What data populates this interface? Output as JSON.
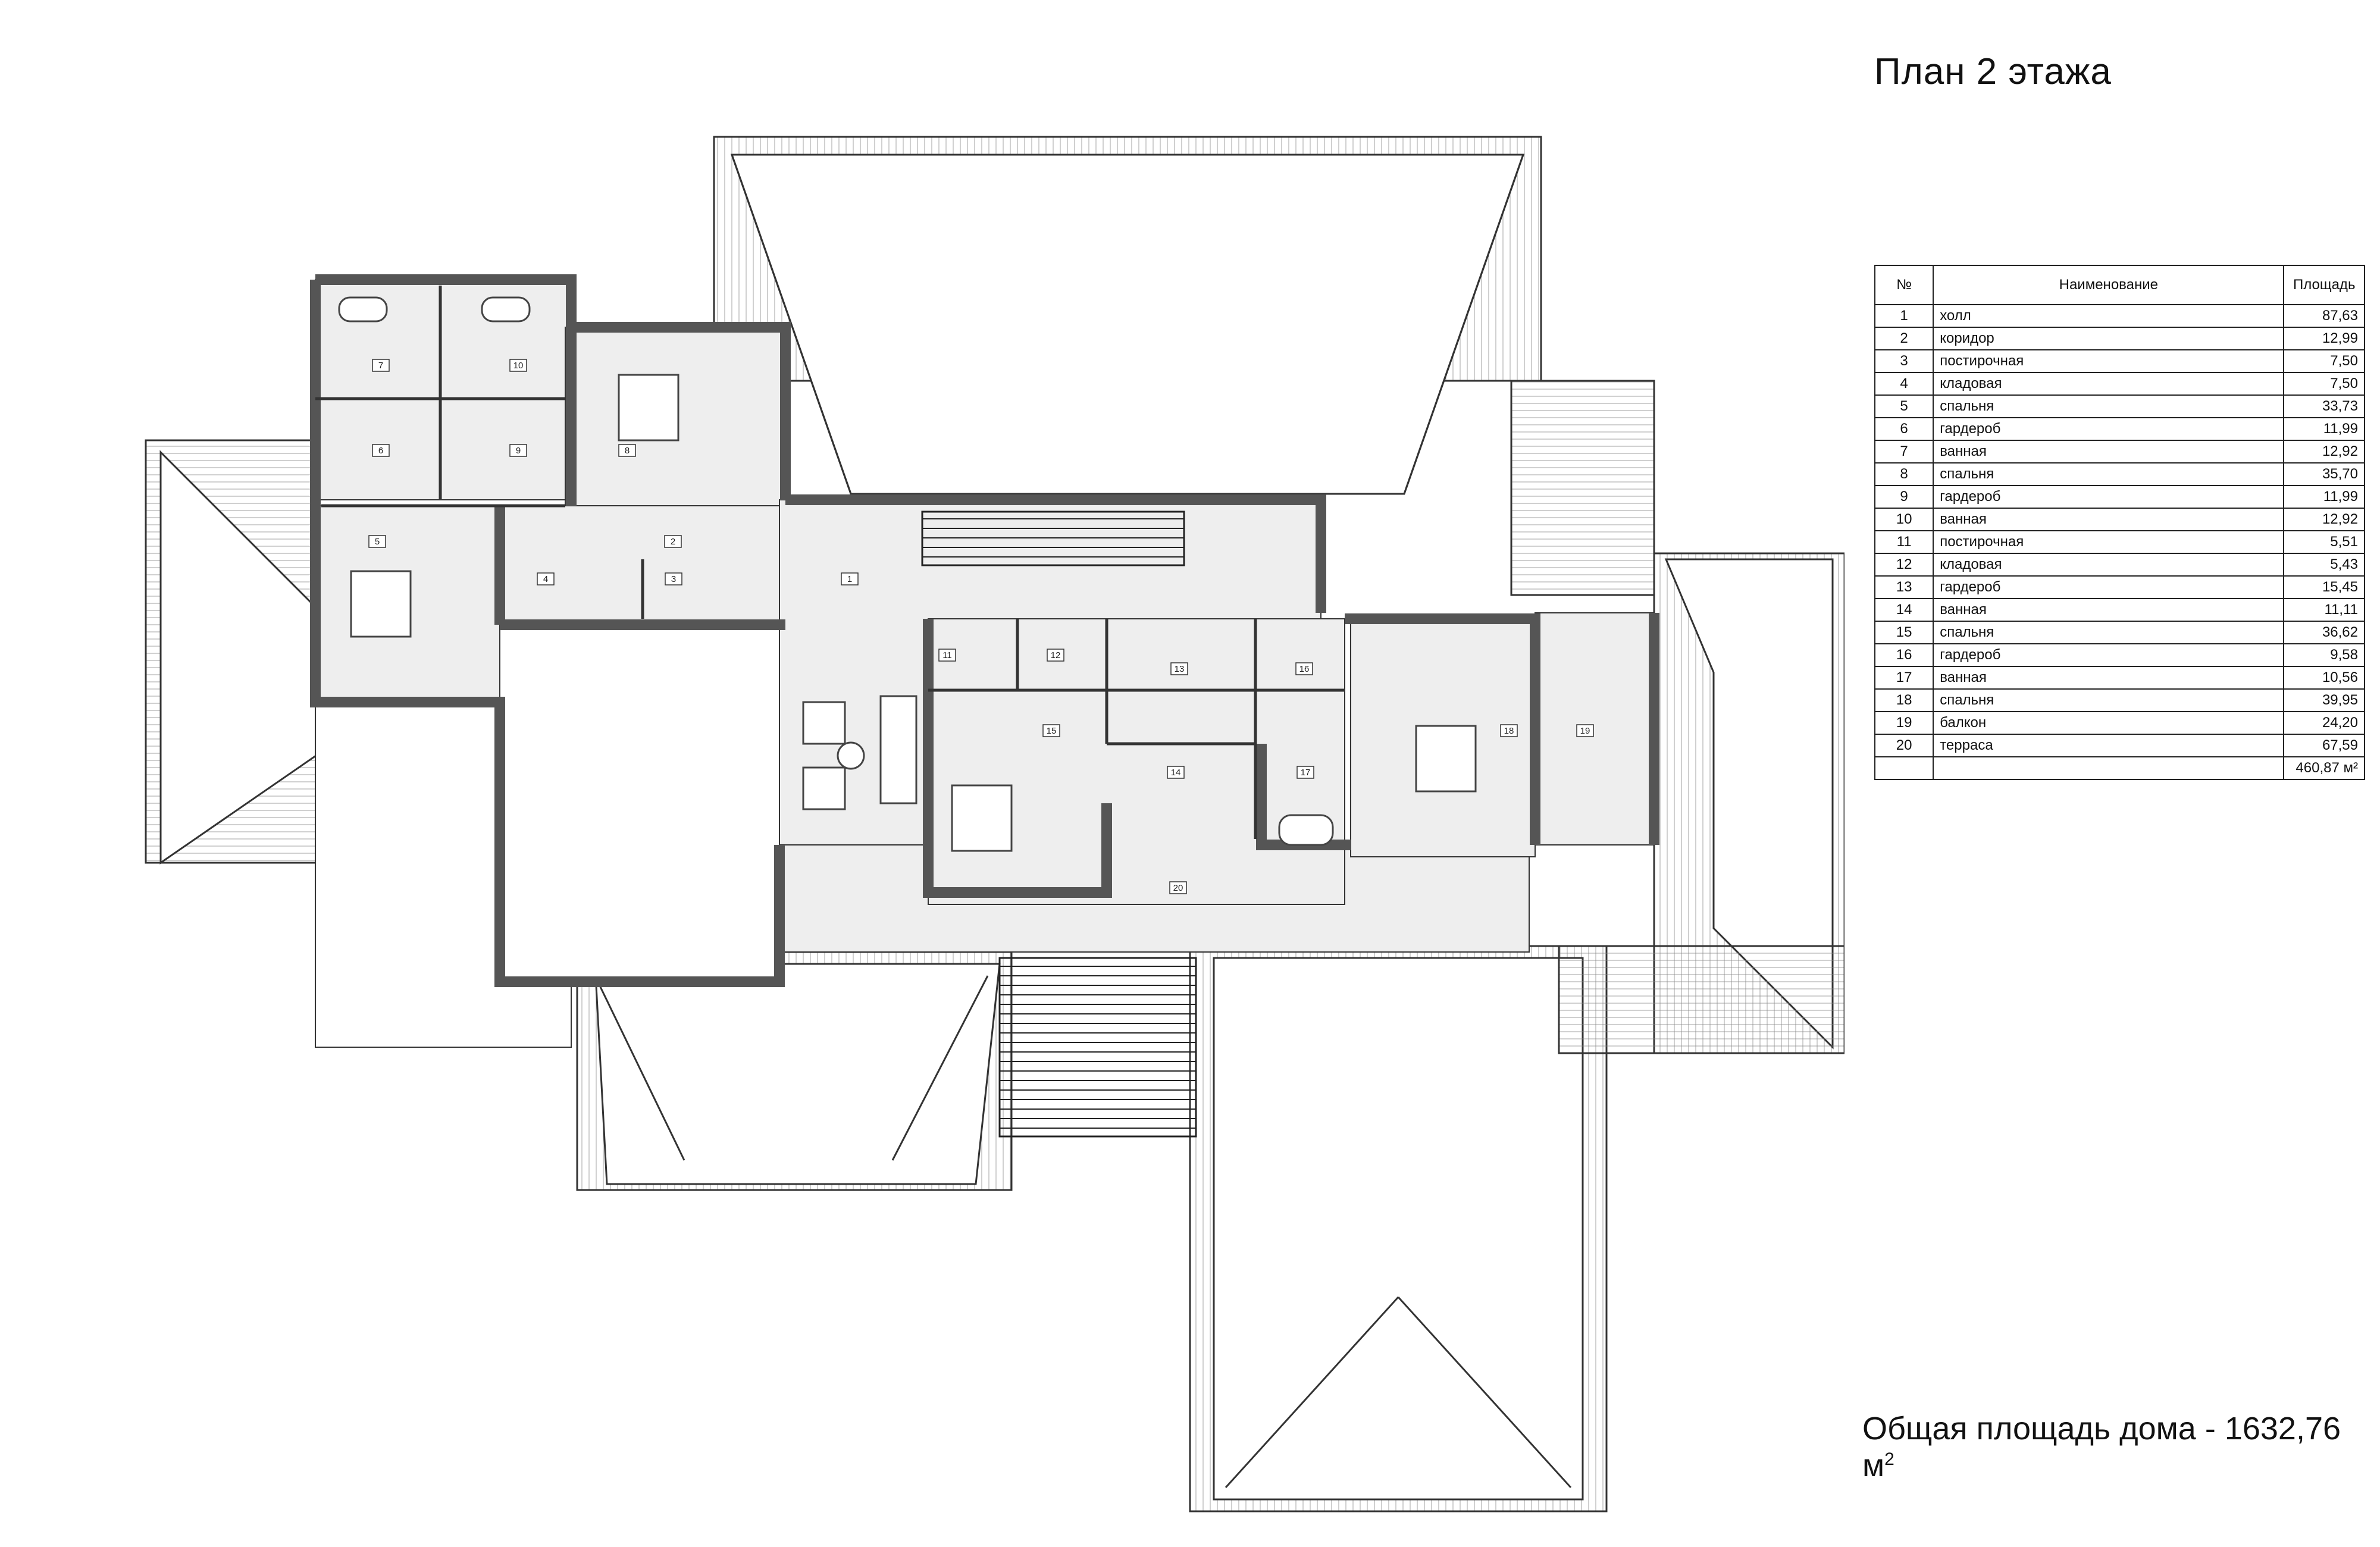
{
  "title": "План 2 этажа",
  "total_area": {
    "text": "Общая площадь дома - 1632,76 м",
    "sup": "2"
  },
  "table": {
    "headers": {
      "num": "№",
      "name": "Наименование",
      "area": "Площадь"
    },
    "rows": [
      {
        "num": "1",
        "name": "холл",
        "area": "87,63"
      },
      {
        "num": "2",
        "name": "коридор",
        "area": "12,99"
      },
      {
        "num": "3",
        "name": "постирочная",
        "area": "7,50"
      },
      {
        "num": "4",
        "name": "кладовая",
        "area": "7,50"
      },
      {
        "num": "5",
        "name": "спальня",
        "area": "33,73"
      },
      {
        "num": "6",
        "name": "гардероб",
        "area": "11,99"
      },
      {
        "num": "7",
        "name": "ванная",
        "area": "12,92"
      },
      {
        "num": "8",
        "name": "спальня",
        "area": "35,70"
      },
      {
        "num": "9",
        "name": "гардероб",
        "area": "11,99"
      },
      {
        "num": "10",
        "name": "ванная",
        "area": "12,92"
      },
      {
        "num": "11",
        "name": "постирочная",
        "area": "5,51"
      },
      {
        "num": "12",
        "name": "кладовая",
        "area": "5,43"
      },
      {
        "num": "13",
        "name": "гардероб",
        "area": "15,45"
      },
      {
        "num": "14",
        "name": "ванная",
        "area": "11,11"
      },
      {
        "num": "15",
        "name": "спальня",
        "area": "36,62"
      },
      {
        "num": "16",
        "name": "гардероб",
        "area": "9,58"
      },
      {
        "num": "17",
        "name": "ванная",
        "area": "10,56"
      },
      {
        "num": "18",
        "name": "спальня",
        "area": "39,95"
      },
      {
        "num": "19",
        "name": "балкон",
        "area": "24,20"
      },
      {
        "num": "20",
        "name": "терраса",
        "area": "67,59"
      }
    ],
    "total": "460,87 м²"
  },
  "room_labels": [
    "1",
    "2",
    "3",
    "4",
    "5",
    "6",
    "7",
    "8",
    "9",
    "10",
    "11",
    "12",
    "13",
    "14",
    "15",
    "16",
    "17",
    "18",
    "19",
    "20"
  ],
  "colors": {
    "wall": "#555555",
    "floor": "#eeeeee",
    "roof_line": "#333333",
    "paper": "#ffffff"
  }
}
